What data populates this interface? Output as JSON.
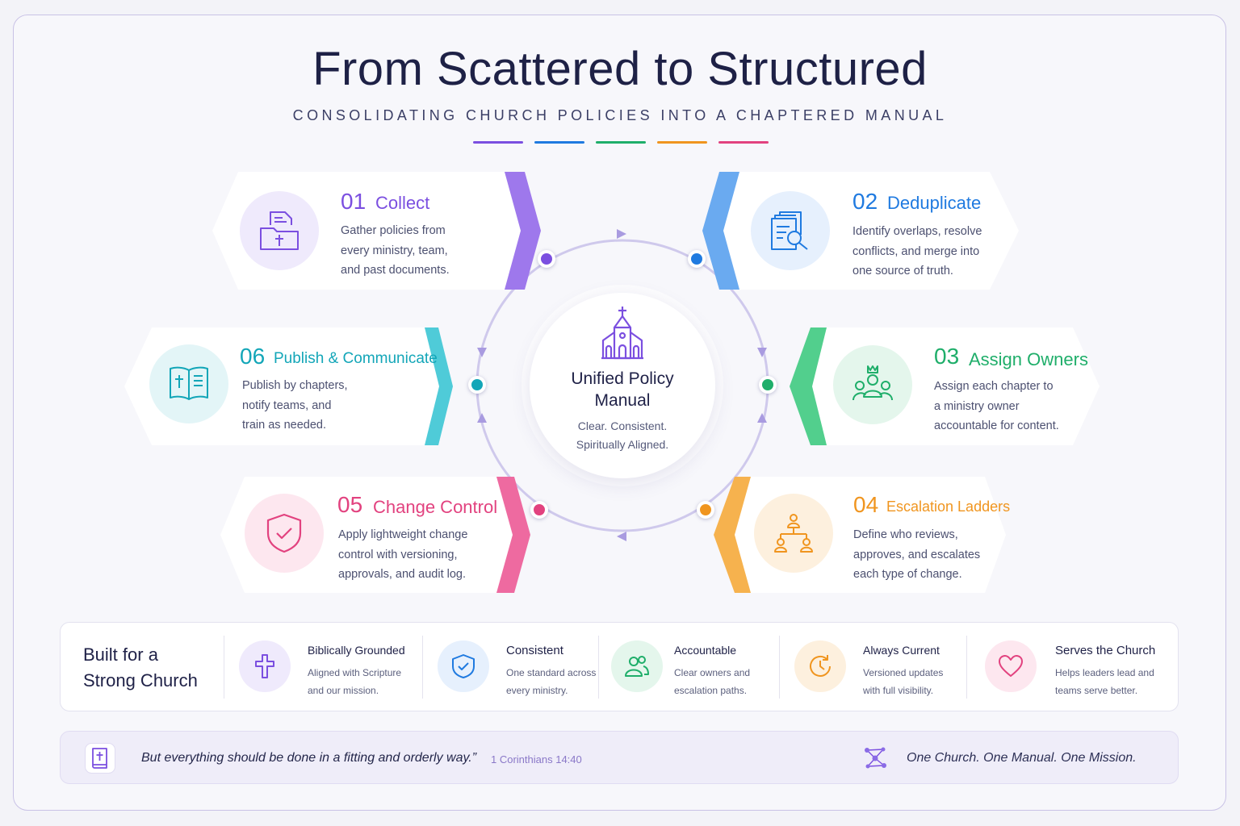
{
  "header": {
    "title": "From Scattered to Structured",
    "subtitle": "CONSOLIDATING CHURCH POLICIES INTO A CHAPTERED MANUAL"
  },
  "colors": {
    "purple": "#7b4fe0",
    "blue": "#1f7ae0",
    "green": "#1fae6a",
    "orange": "#f0951f",
    "pink": "#e2427f",
    "teal": "#13a6b8"
  },
  "hub": {
    "icon": "church-icon",
    "title_line1": "Unified Policy",
    "title_line2": "Manual",
    "sub_line1": "Clear. Consistent.",
    "sub_line2": "Spiritually Aligned."
  },
  "steps": [
    {
      "num": "01",
      "title": "Collect",
      "icon": "folder-document-cross-icon",
      "lines": [
        "Gather policies from",
        "every ministry, team,",
        "and past documents."
      ]
    },
    {
      "num": "02",
      "title": "Deduplicate",
      "icon": "documents-magnifier-icon",
      "lines": [
        "Identify overlaps, resolve",
        "conflicts, and merge into",
        "one source of truth."
      ]
    },
    {
      "num": "03",
      "title": "Assign Owners",
      "icon": "team-crown-icon",
      "lines": [
        "Assign each chapter to",
        "a ministry owner",
        "accountable for content."
      ]
    },
    {
      "num": "04",
      "title": "Escalation Ladders",
      "icon": "hierarchy-icon",
      "lines": [
        "Define who reviews,",
        "approves, and escalates",
        "each type of change."
      ]
    },
    {
      "num": "05",
      "title": "Change Control",
      "icon": "shield-check-icon",
      "lines": [
        "Apply lightweight change",
        "control with versioning,",
        "approvals, and audit log."
      ]
    },
    {
      "num": "06",
      "title": "Publish & Communicate",
      "icon": "open-bible-icon",
      "lines": [
        "Publish by chapters,",
        "notify teams, and",
        "train as needed."
      ]
    }
  ],
  "values": {
    "heading_line1": "Built for a",
    "heading_line2": "Strong Church",
    "items": [
      {
        "title": "Biblically Grounded",
        "icon": "cross-icon",
        "lines": [
          "Aligned with Scripture",
          "and our mission."
        ]
      },
      {
        "title": "Consistent",
        "icon": "shield-check-icon",
        "lines": [
          "One standard across",
          "every ministry."
        ]
      },
      {
        "title": "Accountable",
        "icon": "people-icon",
        "lines": [
          "Clear owners and",
          "escalation paths."
        ]
      },
      {
        "title": "Always Current",
        "icon": "clock-refresh-icon",
        "lines": [
          "Versioned updates",
          "with full visibility."
        ]
      },
      {
        "title": "Serves the Church",
        "icon": "heart-icon",
        "lines": [
          "Helps leaders lead and",
          "teams serve better."
        ]
      }
    ]
  },
  "footer": {
    "quote": "But everything should be done in a fitting and orderly way.”",
    "reference": "1 Corinthians 14:40",
    "tagline": "One Church. One Manual. One Mission.",
    "left_icon": "bible-icon",
    "right_icon": "network-icon"
  }
}
